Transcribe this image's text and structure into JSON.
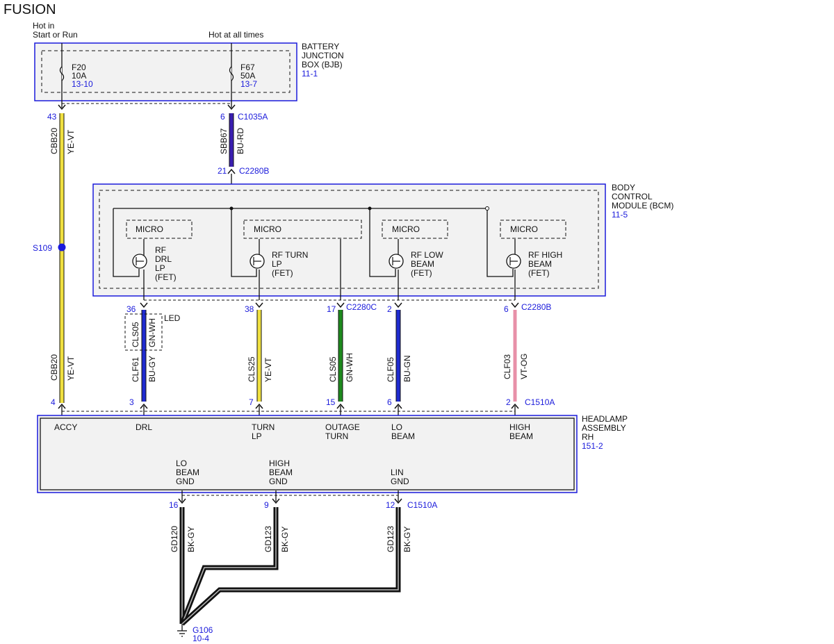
{
  "title": "FUSION",
  "top_labels": {
    "hot_run_1": "Hot in",
    "hot_run_2": "Start or Run",
    "hot_always": "Hot at all times"
  },
  "bjb": {
    "label": [
      "BATTERY",
      "JUNCTION",
      "BOX (BJB)"
    ],
    "ref": "11-1",
    "fuse1": {
      "name": "F20",
      "rating": "10A",
      "ref": "13-10"
    },
    "fuse2": {
      "name": "F67",
      "rating": "50A",
      "ref": "13-7"
    }
  },
  "bcm": {
    "label": [
      "BODY",
      "CONTROL",
      "MODULE (BCM)"
    ],
    "ref": "11-5",
    "micro": "MICRO",
    "fets": [
      {
        "lines": [
          "RF",
          "DRL",
          "LP",
          "(FET)"
        ]
      },
      {
        "lines": [
          "RF TURN",
          "LP",
          "(FET)"
        ]
      },
      {
        "lines": [
          "RF LOW",
          "BEAM",
          "(FET)"
        ]
      },
      {
        "lines": [
          "RF HIGH",
          "BEAM",
          "(FET)"
        ]
      }
    ]
  },
  "headlamp": {
    "label": [
      "HEADLAMP",
      "ASSEMBLY",
      "RH"
    ],
    "ref": "151-2",
    "pins": [
      "ACCY",
      "DRL",
      "TURN",
      "LP",
      "OUTAGE",
      "TURN",
      "LO",
      "BEAM",
      "HIGH",
      "BEAM"
    ],
    "gnd_pins": [
      "LO",
      "BEAM",
      "GND",
      "HIGH",
      "BEAM",
      "GND",
      "LIN",
      "GND"
    ]
  },
  "wires": {
    "w1": {
      "circuit": "CBB20",
      "color": "YE-VT",
      "pin_top": "43",
      "pin_bot": "4",
      "circuit2": "CBB20",
      "color2": "YE-VT"
    },
    "splice": "S109",
    "w2": {
      "circuit": "SBB67",
      "color": "BU-RD",
      "pin_top": "6",
      "conn_top": "C1035A",
      "pin_bot": "21",
      "conn_bot": "C2280B"
    },
    "w3": {
      "circuit": "CLF61",
      "color": "BU-GY",
      "pin_top": "36",
      "pin_bot": "3",
      "alt_circuit": "CLS05",
      "alt_color": "GN-WH",
      "alt_note": "LED"
    },
    "w4": {
      "circuit": "CLS25",
      "color": "YE-VT",
      "pin_top": "38",
      "pin_bot": "7"
    },
    "w5": {
      "circuit": "CLS05",
      "color": "GN-WH",
      "pin_top": "17",
      "conn_top": "C2280C",
      "pin_bot": "15"
    },
    "w6": {
      "circuit": "CLF05",
      "color": "BU-GN",
      "pin_top": "2",
      "pin_bot": "6"
    },
    "w7": {
      "circuit": "CLF03",
      "color": "VT-OG",
      "pin_top": "6",
      "conn_top": "C2280B",
      "pin_bot": "2",
      "conn_bot": "C1510A"
    }
  },
  "grounds": {
    "g1": {
      "circuit": "GD120",
      "color": "BK-GY",
      "pin": "16"
    },
    "g2": {
      "circuit": "GD123",
      "color": "BK-GY",
      "pin": "9"
    },
    "g3": {
      "circuit": "GD123",
      "color": "BK-GY",
      "pin": "12",
      "conn": "C1510A"
    },
    "ground": {
      "name": "G106",
      "ref": "10-4"
    }
  },
  "colors": {
    "yellow": "#f0e040",
    "blue_red": "#3a1fb0",
    "blue": "#1f2bd0",
    "green": "#1e8a1e",
    "pink": "#e890a8",
    "black": "#111111",
    "module_border": "#1a1adb",
    "module_fill": "#f2f2f2"
  }
}
